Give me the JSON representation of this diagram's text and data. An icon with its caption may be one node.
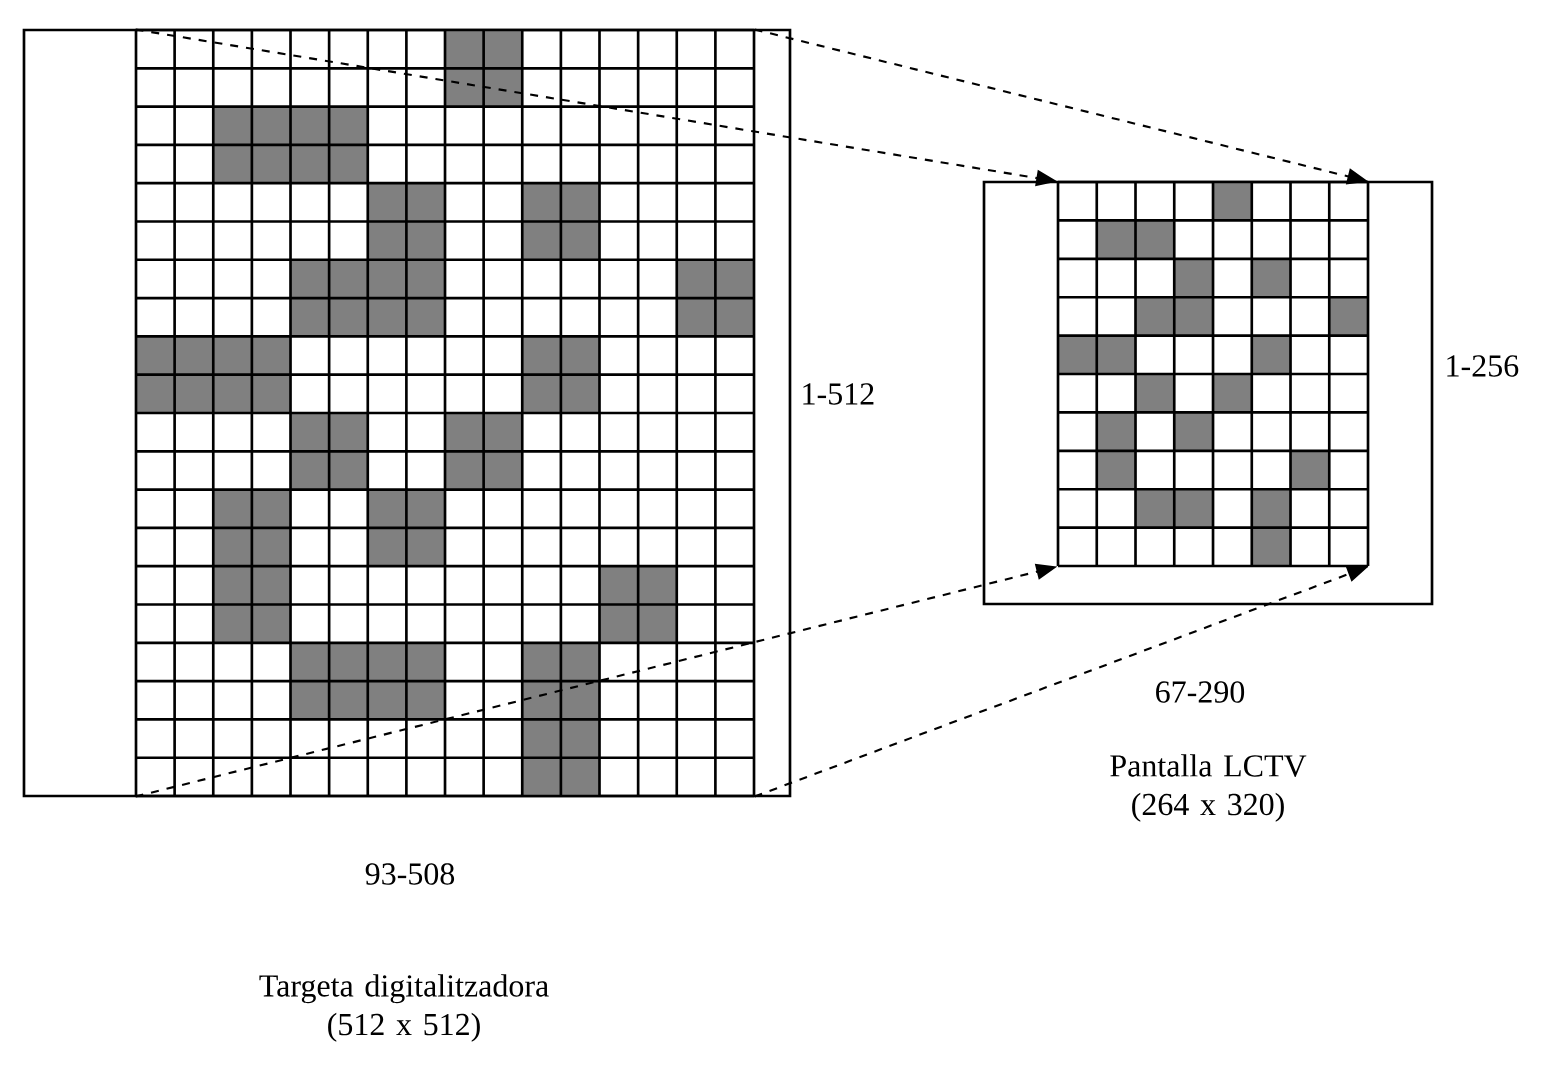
{
  "diagram": {
    "nodes": [
      {
        "text": [],
        "shape": "box"
      },
      {
        "text": [],
        "shape": "grid",
        "in": 0
      },
      {
        "text": [],
        "shape": "box"
      },
      {
        "text": [],
        "shape": "grid",
        "in": 2
      }
    ],
    "edges": [
      {
        "from": 1,
        "to": 3,
        "arrow": "to",
        "style": "dashed"
      },
      {
        "from": 1,
        "to": 3,
        "arrow": "to",
        "style": "dashed"
      },
      {
        "from": 1,
        "to": 3,
        "arrow": "to",
        "style": "dashed"
      },
      {
        "from": 1,
        "to": 3,
        "arrow": "to",
        "style": "dashed"
      }
    ],
    "labels": [
      "1-512",
      "93-508",
      "Targeta digitalitzadora (512 x 512)",
      "1-256",
      "67-290",
      "Pantalla LCTV (264 x 320)"
    ]
  }
}
